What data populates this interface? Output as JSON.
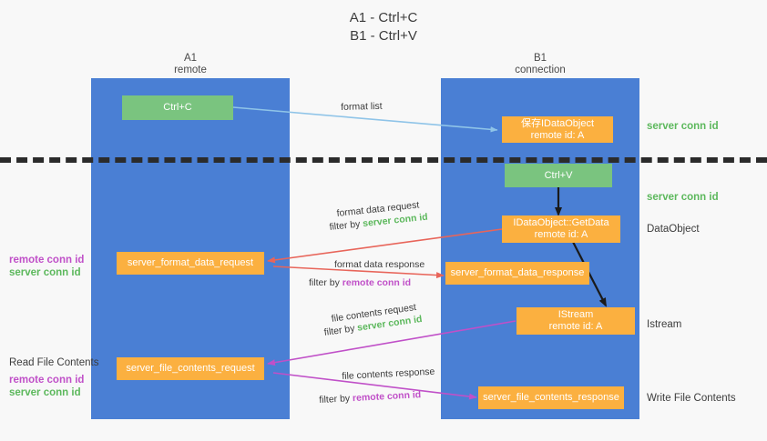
{
  "title": "A1 - Ctrl+C\nB1 - Ctrl+V",
  "columns": [
    {
      "name": "A1",
      "role": "remote"
    },
    {
      "name": "B1",
      "role": "connection"
    }
  ],
  "column_headers": {
    "left": "A1\nremote",
    "right": "B1\nconnection"
  },
  "boxes": {
    "ctrl_c": "Ctrl+C",
    "ctrl_v": "Ctrl+V",
    "idataobject": "保存IDataObject\nremote id: A",
    "getdata": "IDataObject::GetData\nremote id: A",
    "istream": "IStream\nremote id: A",
    "server_format_data_request": "server_format_data_request",
    "server_format_data_response": "server_format_data_response",
    "server_file_contents_request": "server_file_contents_request",
    "server_file_contents_response": "server_file_contents_response"
  },
  "right_labels": {
    "server_conn_id_top": "server conn id",
    "server_conn_id_mid": "server conn id",
    "dataobject": "DataObject",
    "istream": "Istream",
    "write_file_contents": "Write File Contents"
  },
  "left_labels": {
    "remote_conn_id_1": "remote conn id",
    "server_conn_id_1": "server conn id",
    "read_file_contents": "Read File Contents",
    "remote_conn_id_2": "remote conn id",
    "server_conn_id_2": "server conn id"
  },
  "arrow_labels": {
    "format_list": "format list",
    "format_data_request": "format data request",
    "format_data_request_filter_prefix": "filter by ",
    "format_data_request_filter_key": "server conn id",
    "format_data_response": "format data response",
    "format_data_response_filter_prefix": "filter by ",
    "format_data_response_filter_key": "remote conn id",
    "file_contents_request": "file contents request",
    "file_contents_request_filter_prefix": "filter by ",
    "file_contents_request_filter_key": "server conn id",
    "file_contents_response": "file contents response",
    "file_contents_response_filter_prefix": "filter by ",
    "file_contents_response_filter_key": "remote conn id"
  },
  "colors": {
    "lane": "#4a7fd4",
    "green_box": "#7ac47f",
    "orange_box": "#fbb040",
    "server_conn_id": "#5cb85c",
    "remote_conn_id": "#c050c8",
    "format_list_arrow": "#8fc4e8",
    "format_data_arrow": "#e8655a",
    "file_contents_arrow": "#c050c8",
    "internal_arrow": "#1a1a1a",
    "divider": "#2b2b2b",
    "background": "#f8f8f8"
  }
}
